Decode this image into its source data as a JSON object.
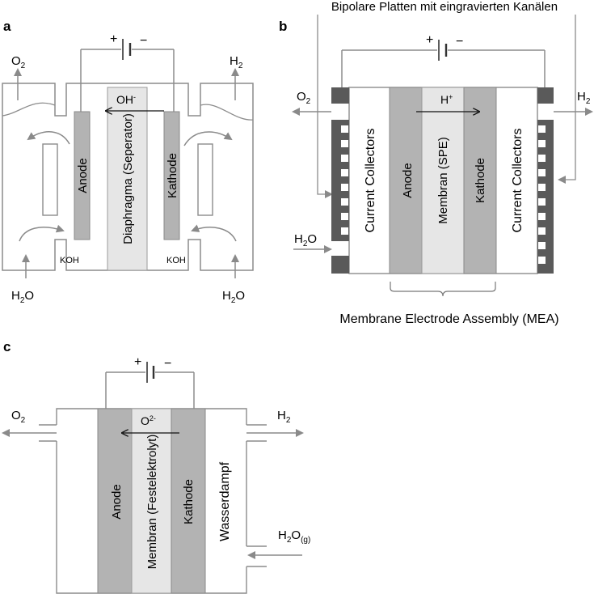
{
  "panel_a": {
    "letter": "a",
    "plus": "+",
    "minus": "−",
    "o2": "O2",
    "h2": "H2",
    "ion": "OH",
    "ion_charge": "-",
    "anode": "Anode",
    "separator": "Diaphragma (Seperator)",
    "cathode": "Kathode",
    "koh_left": "KOH",
    "koh_right": "KOH",
    "h2o_left": "H2O",
    "h2o_right": "H2O"
  },
  "panel_b": {
    "letter": "b",
    "title": "Bipolare Platten mit eingravierten Kanälen",
    "plus": "+",
    "minus": "−",
    "o2": "O2",
    "h2": "H2",
    "ion": "H",
    "ion_charge": "+",
    "collector_left": "Current Collectors",
    "anode": "Anode",
    "membrane": "Membran (SPE)",
    "cathode": "Kathode",
    "collector_right": "Current Collectors",
    "h2o": "H2O",
    "mea": "Membrane Electrode Assembly (MEA)"
  },
  "panel_c": {
    "letter": "c",
    "plus": "+",
    "minus": "−",
    "o2": "O2",
    "h2": "H2",
    "ion": "O",
    "ion_charge": "2-",
    "anode": "Anode",
    "membrane": "Membran (Festelektrolyt)",
    "cathode": "Kathode",
    "steam": "Wasserdampf",
    "h2o_g": "H2O",
    "h2o_g_sub": "(g)"
  },
  "colors": {
    "electrode": "#b3b3b3",
    "separator": "#e6e6e6",
    "plate": "#5a5a5a",
    "line": "#8c8c8c",
    "arrow": "#8a8a8a"
  }
}
